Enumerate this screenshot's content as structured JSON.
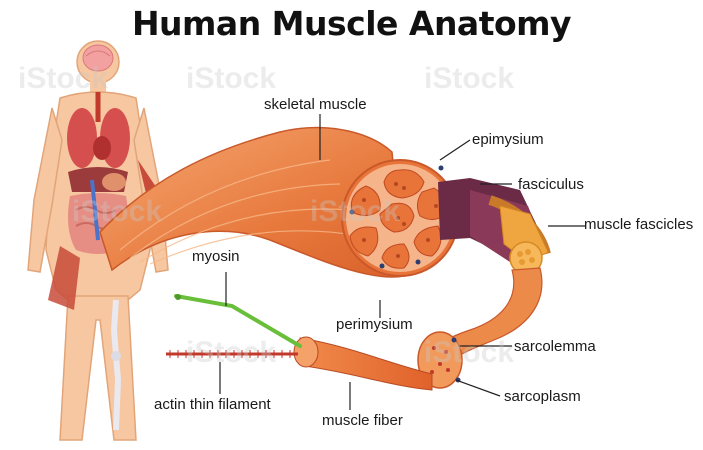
{
  "title": "Human Muscle Anatomy",
  "labels": {
    "skeletal_muscle": "skeletal muscle",
    "epimysium": "epimysium",
    "fasciculus": "fasciculus",
    "muscle_fascicles": "muscle fascicles",
    "myosin": "myosin",
    "perimysium": "perimysium",
    "sarcolemma": "sarcolemma",
    "sarcoplasm": "sarcoplasm",
    "actin_thin_filament": "actin thin filament",
    "muscle_fiber": "muscle fiber"
  },
  "watermark": "iStock",
  "colors": {
    "muscle": "#e8743a",
    "muscle_light": "#f29a5c",
    "skin": "#f6c7a0",
    "fasciculus": "#6b2a45",
    "myosin": "#6abf3a",
    "actin": "#c0392b"
  }
}
